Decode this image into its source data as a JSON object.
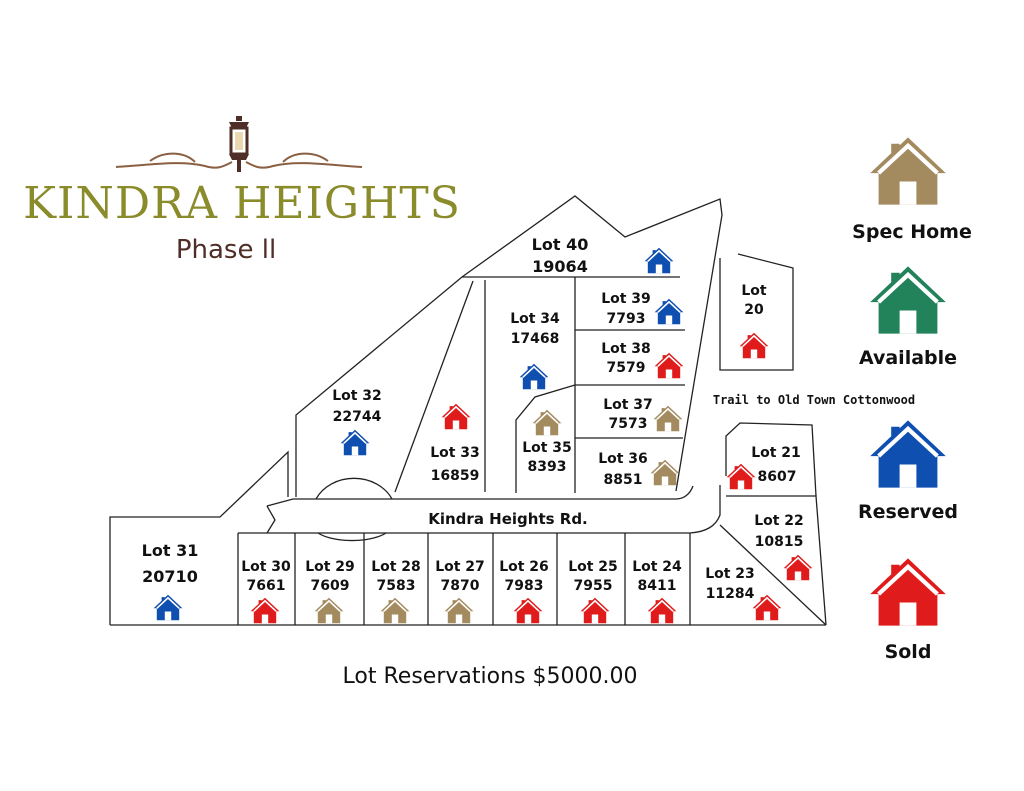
{
  "header": {
    "title": "KINDRA HEIGHTS",
    "subtitle": "Phase ll"
  },
  "colors": {
    "spec_home": "#a38b5f",
    "available": "#22825a",
    "reserved": "#0f4fb0",
    "sold": "#e01b1b",
    "title": "#8a8b2a",
    "subtitle": "#4e2e26"
  },
  "legend": [
    {
      "key": "spec_home",
      "label": "Spec Home",
      "icon": "house-icon-spec-home"
    },
    {
      "key": "available",
      "label": "Available",
      "icon": "house-icon-available"
    },
    {
      "key": "reserved",
      "label": "Reserved",
      "icon": "house-icon-reserved"
    },
    {
      "key": "sold",
      "label": "Sold",
      "icon": "house-icon-sold"
    }
  ],
  "road": {
    "name": "Kindra Heights Rd."
  },
  "trail": {
    "label": "Trail to Old Town Cottonwood"
  },
  "footer": {
    "text": "Lot Reservations $5000.00"
  },
  "lots": [
    {
      "id": "lot-40",
      "name": "Lot 40",
      "size": "19064",
      "status": "reserved"
    },
    {
      "id": "lot-39",
      "name": "Lot 39",
      "size": "7793",
      "status": "reserved"
    },
    {
      "id": "lot-38",
      "name": "Lot 38",
      "size": "7579",
      "status": "sold"
    },
    {
      "id": "lot-37",
      "name": "Lot 37",
      "size": "7573",
      "status": "spec_home"
    },
    {
      "id": "lot-36",
      "name": "Lot 36",
      "size": "8851",
      "status": "spec_home"
    },
    {
      "id": "lot-35",
      "name": "Lot 35",
      "size": "8393",
      "status": "spec_home"
    },
    {
      "id": "lot-34",
      "name": "Lot 34",
      "size": "17468",
      "status": "reserved"
    },
    {
      "id": "lot-33",
      "name": "Lot 33",
      "size": "16859",
      "status": "sold"
    },
    {
      "id": "lot-32",
      "name": "Lot 32",
      "size": "22744",
      "status": "reserved"
    },
    {
      "id": "lot-31",
      "name": "Lot 31",
      "size": "20710",
      "status": "reserved"
    },
    {
      "id": "lot-30",
      "name": "Lot 30",
      "size": "7661",
      "status": "sold"
    },
    {
      "id": "lot-29",
      "name": "Lot 29",
      "size": "7609",
      "status": "spec_home"
    },
    {
      "id": "lot-28",
      "name": "Lot 28",
      "size": "7583",
      "status": "spec_home"
    },
    {
      "id": "lot-27",
      "name": "Lot 27",
      "size": "7870",
      "status": "spec_home"
    },
    {
      "id": "lot-26",
      "name": "Lot 26",
      "size": "7983",
      "status": "sold"
    },
    {
      "id": "lot-25",
      "name": "Lot 25",
      "size": "7955",
      "status": "sold"
    },
    {
      "id": "lot-24",
      "name": "Lot 24",
      "size": "8411",
      "status": "sold"
    },
    {
      "id": "lot-23",
      "name": "Lot 23",
      "size": "11284",
      "status": "sold"
    },
    {
      "id": "lot-22",
      "name": "Lot 22",
      "size": "10815",
      "status": "sold"
    },
    {
      "id": "lot-21",
      "name": "Lot 21",
      "size": "8607",
      "status": "sold"
    },
    {
      "id": "lot-20",
      "name": "Lot",
      "size": "20",
      "status": "sold"
    }
  ]
}
